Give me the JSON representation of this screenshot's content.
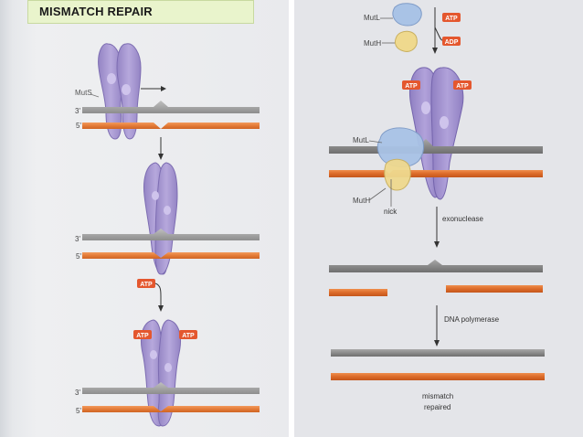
{
  "title": "MISMATCH REPAIR",
  "left": {
    "mutS_label": "MutS",
    "strand_top": "3'",
    "strand_bottom": "5'",
    "atp": "ATP"
  },
  "right": {
    "mutL_label": "MutL",
    "mutH_label": "MutH",
    "atp": "ATP",
    "adp": "ADP",
    "nick_label": "nick",
    "exonuclease_label": "exonuclease",
    "polymerase_label": "DNA polymerase",
    "mismatch_label_line1": "mismatch",
    "mismatch_label_line2": "repaired"
  },
  "colors": {
    "mutS": "#a99ad0",
    "mutL": "#a9c3e6",
    "mutH": "#efd98e",
    "strand_template": "#8c8c8c",
    "strand_new": "#e07a3a",
    "atp_badge": "#e4572e",
    "title_bg": "#e9f4cc"
  }
}
